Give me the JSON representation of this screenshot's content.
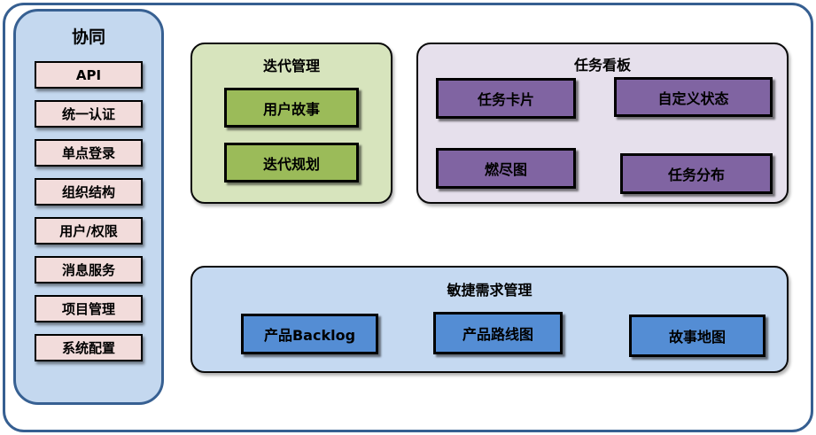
{
  "sidebar": {
    "title": "协同",
    "items": [
      "API",
      "统一认证",
      "单点登录",
      "组织结构",
      "用户/权限",
      "消息服务",
      "项目管理",
      "系统配置"
    ]
  },
  "iteration": {
    "title": "迭代管理",
    "items": [
      "用户故事",
      "迭代规划"
    ]
  },
  "kanban": {
    "title": "任务看板",
    "items": [
      "任务卡片",
      "自定义状态",
      "燃尽图",
      "任务分布"
    ]
  },
  "agile": {
    "title": "敏捷需求管理",
    "items": [
      "产品Backlog",
      "产品路线图",
      "故事地图"
    ]
  },
  "colors": {
    "outer_border": "#365F91",
    "sidebar_fill": "#C4D8EF",
    "sidebar_border": "#376092",
    "sidebar_item_fill": "#F2DCDB",
    "iteration_fill": "#D7E4BD",
    "iteration_item_fill": "#9BBB59",
    "kanban_fill": "#E6E0EC",
    "kanban_item_fill": "#8064A2",
    "agile_fill": "#C5D9F1",
    "agile_item_fill": "#548DD4",
    "box_border": "#000000",
    "text": "#000000"
  }
}
